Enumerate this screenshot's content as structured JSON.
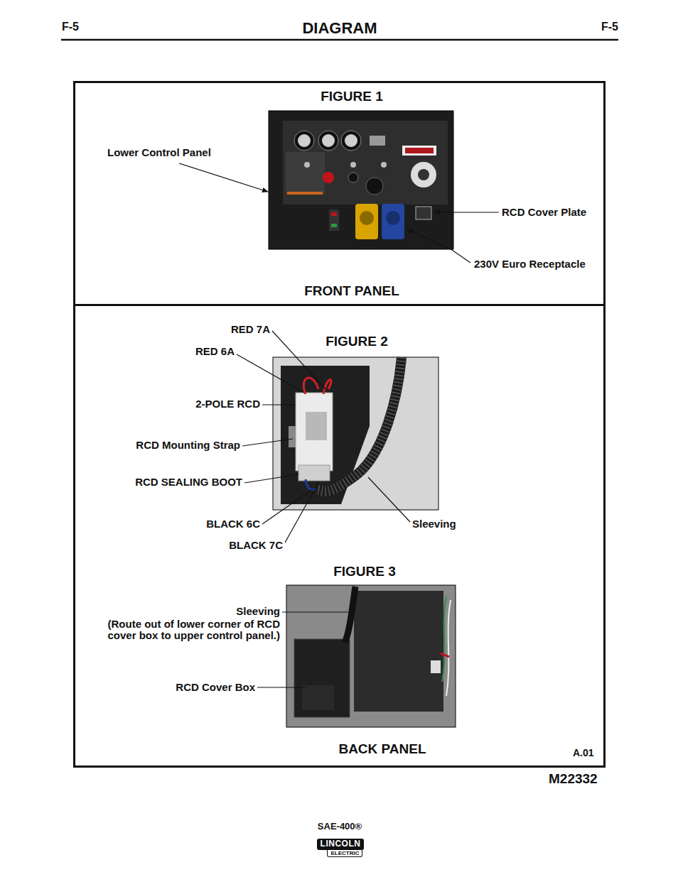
{
  "diagram": {
    "title": "DIAGRAM",
    "nodes": [
      {
        "text": [
          "FIGURE 1",
          "FRONT PANEL"
        ]
      },
      {
        "text": [
          "FIGURE 2",
          "FIGURE 3",
          "BACK PANEL",
          "A.01"
        ]
      },
      {
        "text": [
          "LINCOLN",
          "ELECTRIC"
        ]
      }
    ],
    "labels": [
      "F-5",
      "F-5",
      "Lower Control Panel",
      "RCD Cover Plate",
      "230V Euro Receptacle",
      "RED 7A",
      "RED 6A",
      "2-POLE RCD",
      "RCD Mounting Strap",
      "RCD SEALING BOOT",
      "BLACK 6C",
      "BLACK 7C",
      "Sleeving",
      "Sleeving",
      "(Route out of lower corner of RCD cover box to upper control panel.)",
      "RCD Cover Box",
      "M22332",
      "SAE-400®"
    ]
  }
}
